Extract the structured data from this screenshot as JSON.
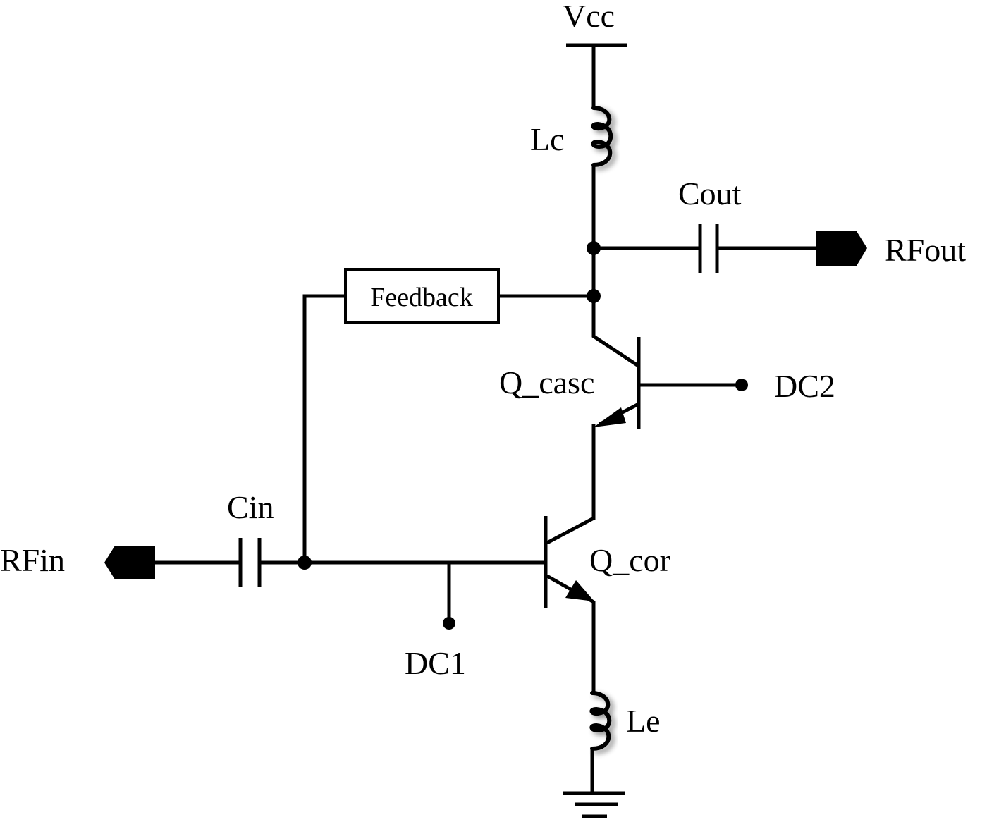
{
  "diagram": {
    "type": "circuit-schematic",
    "labels": {
      "vcc": "Vcc",
      "lc": "Lc",
      "cout": "Cout",
      "rfout": "RFout",
      "feedback": "Feedback",
      "q_casc": "Q_casc",
      "dc2": "DC2",
      "rfin": "RFin",
      "cin": "Cin",
      "q_cor": "Q_cor",
      "dc1": "DC1",
      "le": "Le"
    },
    "components": [
      {
        "id": "Vcc",
        "kind": "supply"
      },
      {
        "id": "Lc",
        "kind": "inductor"
      },
      {
        "id": "Cout",
        "kind": "capacitor"
      },
      {
        "id": "RFout",
        "kind": "port-output"
      },
      {
        "id": "Feedback",
        "kind": "block"
      },
      {
        "id": "Q_casc",
        "kind": "npn-transistor"
      },
      {
        "id": "DC2",
        "kind": "bias-terminal"
      },
      {
        "id": "RFin",
        "kind": "port-input"
      },
      {
        "id": "Cin",
        "kind": "capacitor"
      },
      {
        "id": "Q_cor",
        "kind": "npn-transistor"
      },
      {
        "id": "DC1",
        "kind": "bias-terminal"
      },
      {
        "id": "Le",
        "kind": "inductor"
      },
      {
        "id": "GND",
        "kind": "ground"
      }
    ],
    "connections": [
      [
        "Vcc",
        "Lc"
      ],
      [
        "Lc",
        "Q_casc.collector"
      ],
      [
        "Q_casc.collector",
        "Cout"
      ],
      [
        "Cout",
        "RFout"
      ],
      [
        "Q_casc.collector",
        "Feedback"
      ],
      [
        "Feedback",
        "Q_cor.base"
      ],
      [
        "DC2",
        "Q_casc.base"
      ],
      [
        "Q_casc.emitter",
        "Q_cor.collector"
      ],
      [
        "RFin",
        "Cin"
      ],
      [
        "Cin",
        "Q_cor.base"
      ],
      [
        "DC1",
        "Q_cor.base"
      ],
      [
        "Q_cor.emitter",
        "Le"
      ],
      [
        "Le",
        "GND"
      ]
    ]
  }
}
